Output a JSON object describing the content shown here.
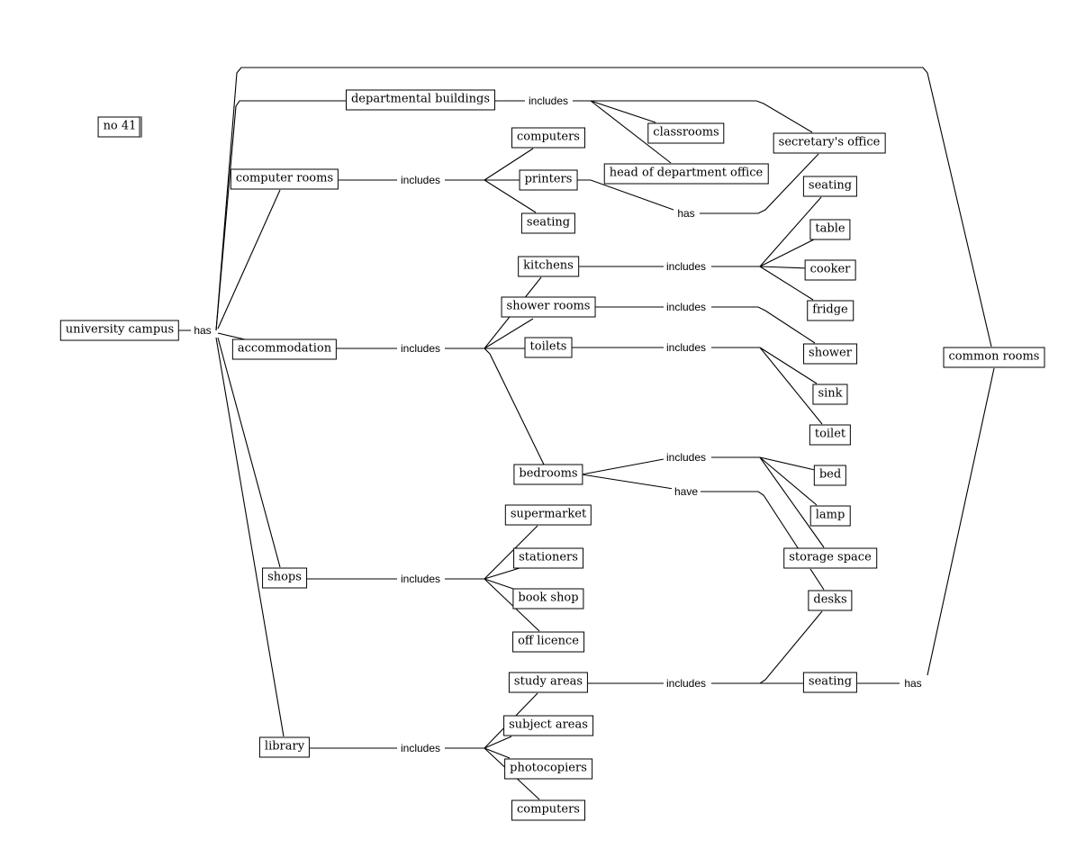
{
  "map_title": "no 41",
  "nodes": {
    "university_campus": "university campus",
    "departmental_buildings": "departmental buildings",
    "computer_rooms": "computer rooms",
    "accommodation": "accommodation",
    "shops": "shops",
    "library": "library",
    "classrooms": "classrooms",
    "head_of_department_office": "head of department office",
    "secretarys_office": "secretary's office",
    "computers_cr": "computers",
    "printers": "printers",
    "seating_cr": "seating",
    "kitchens": "kitchens",
    "shower_rooms": "shower rooms",
    "toilets": "toilets",
    "bedrooms": "bedrooms",
    "seating_k": "seating",
    "table": "table",
    "cooker": "cooker",
    "fridge": "fridge",
    "shower": "shower",
    "sink": "sink",
    "toilet": "toilet",
    "bed": "bed",
    "lamp": "lamp",
    "storage_space": "storage space",
    "desks": "desks",
    "supermarket": "supermarket",
    "stationers": "stationers",
    "book_shop": "book shop",
    "off_licence": "off licence",
    "study_areas": "study areas",
    "subject_areas": "subject areas",
    "photocopiers": "photocopiers",
    "computers_lib": "computers",
    "seating_sa": "seating",
    "common_rooms": "common rooms"
  },
  "link_labels": {
    "campus_has": "has",
    "dept_includes": "includes",
    "cr_includes": "includes",
    "printers_has": "has",
    "kitchens_includes": "includes",
    "accom_includes": "includes",
    "shower_rooms_includes": "includes",
    "toilets_includes": "includes",
    "bedrooms_includes": "includes",
    "bedrooms_have": "have",
    "shops_includes": "includes",
    "study_includes": "includes",
    "library_includes": "includes",
    "seating_has": "has"
  }
}
